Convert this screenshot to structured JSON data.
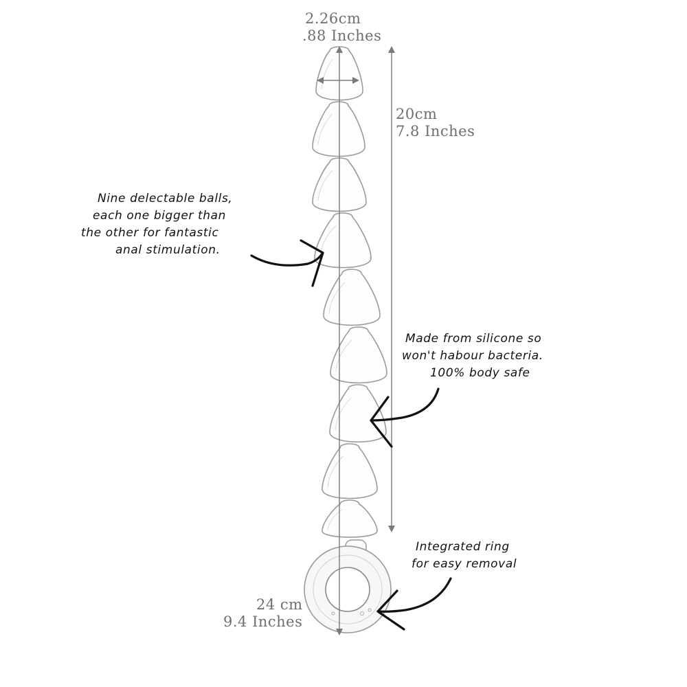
{
  "dimensions": {
    "width_cm": "2.26cm",
    "width_in": ".88 Inches",
    "length_cm": "20cm",
    "length_in": "7.8 Inches",
    "total_cm": "24 cm",
    "total_in": "9.4 Inches"
  },
  "annotations": {
    "balls": [
      "Nine delectable balls,",
      "each one bigger than",
      "the other for fantastic",
      "anal stimulation."
    ],
    "material": [
      "Made from silicone so",
      "won't habour bacteria.",
      "100% body safe"
    ],
    "ring": [
      "Integrated ring",
      "for easy removal"
    ]
  },
  "colors": {
    "outline": "#9a9a9a",
    "dimension_line": "#7a7a7a",
    "dimension_text": "#6e6e6e",
    "note_text": "#111111"
  }
}
